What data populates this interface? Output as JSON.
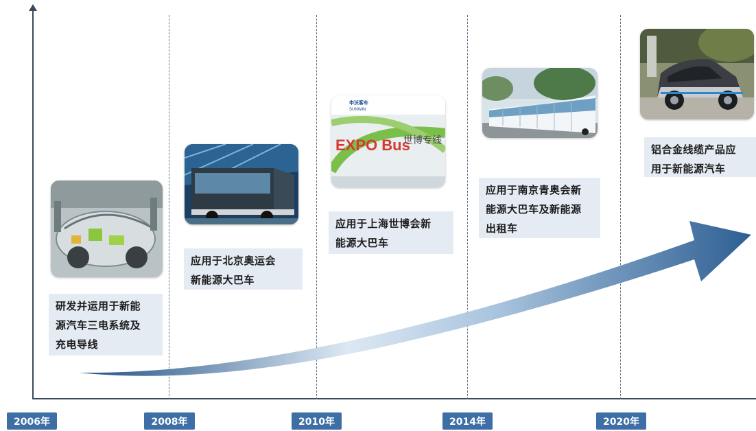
{
  "timeline": {
    "years": [
      "2006年",
      "2008年",
      "2010年",
      "2014年",
      "2020年"
    ],
    "milestones": [
      {
        "lines": [
          "研发并运用于新能",
          "源汽车三电系统及",
          "充电导线"
        ],
        "image": "electric-car-chassis-photo"
      },
      {
        "lines": [
          "应用于北京奥运会",
          "新能源大巴车"
        ],
        "image": "beijing-olympic-bus-photo"
      },
      {
        "lines": [
          "应用于上海世博会新",
          "能源大巴车"
        ],
        "image": "expo-bus-photo",
        "image_text": {
          "brand": "申沃客车",
          "brand_en": "SUNWIN",
          "slogan": "EXPO Bus",
          "route": "世博专线"
        }
      },
      {
        "lines": [
          "应用于南京青奥会新",
          "能源大巴车及新能源",
          "出租车"
        ],
        "image": "nanjing-bus-fleet-photo"
      },
      {
        "lines": [
          "铝合金线缆产品应",
          "用于新能源汽车"
        ],
        "image": "bmw-i3-photo"
      }
    ]
  },
  "colors": {
    "axis": "#3a4a5c",
    "year_badge": "#3d6fa6",
    "card_bg": "#e4ebf3",
    "arrow_dark": "#2e5f93",
    "arrow_light": "#dde8f3"
  }
}
